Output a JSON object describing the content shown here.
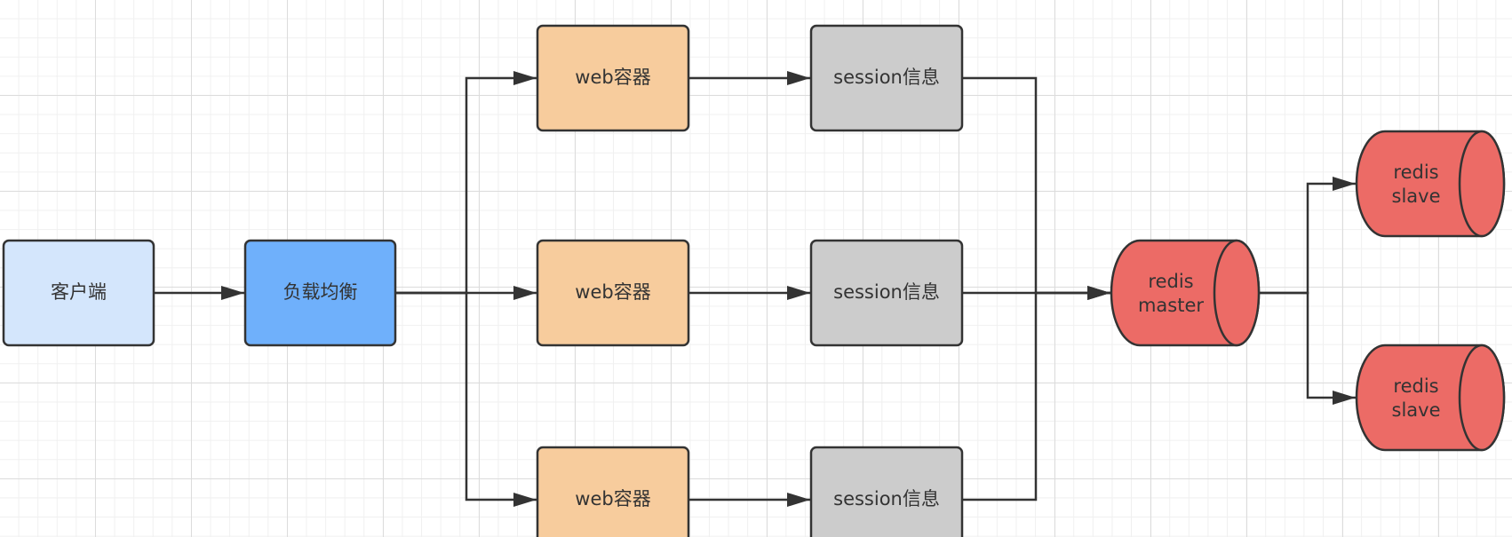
{
  "colors": {
    "client": "#d4e6fc",
    "load_balancer": "#6fb0fb",
    "web": "#f7cc9d",
    "session": "#cccccc",
    "redis": "#ec6b66",
    "line": "#333333"
  },
  "nodes": {
    "client": {
      "label": "客户端"
    },
    "load_balancer": {
      "label": "负载均衡"
    },
    "web": [
      {
        "label": "web容器"
      },
      {
        "label": "web容器"
      },
      {
        "label": "web容器"
      }
    ],
    "session": [
      {
        "label": "session信息"
      },
      {
        "label": "session信息"
      },
      {
        "label": "session信息"
      }
    ],
    "redis_master": {
      "line1": "redis",
      "line2": "master"
    },
    "redis_slaves": [
      {
        "line1": "redis",
        "line2": "slave"
      },
      {
        "line1": "redis",
        "line2": "slave"
      }
    ]
  },
  "edges": [
    {
      "from": "client",
      "to": "load_balancer"
    },
    {
      "from": "load_balancer",
      "to": "web.0"
    },
    {
      "from": "load_balancer",
      "to": "web.1"
    },
    {
      "from": "load_balancer",
      "to": "web.2"
    },
    {
      "from": "web.0",
      "to": "session.0"
    },
    {
      "from": "web.1",
      "to": "session.1"
    },
    {
      "from": "web.2",
      "to": "session.2"
    },
    {
      "from": "session.0",
      "to": "redis_master"
    },
    {
      "from": "session.1",
      "to": "redis_master"
    },
    {
      "from": "session.2",
      "to": "redis_master"
    },
    {
      "from": "redis_master",
      "to": "redis_slaves.0"
    },
    {
      "from": "redis_master",
      "to": "redis_slaves.1"
    }
  ]
}
